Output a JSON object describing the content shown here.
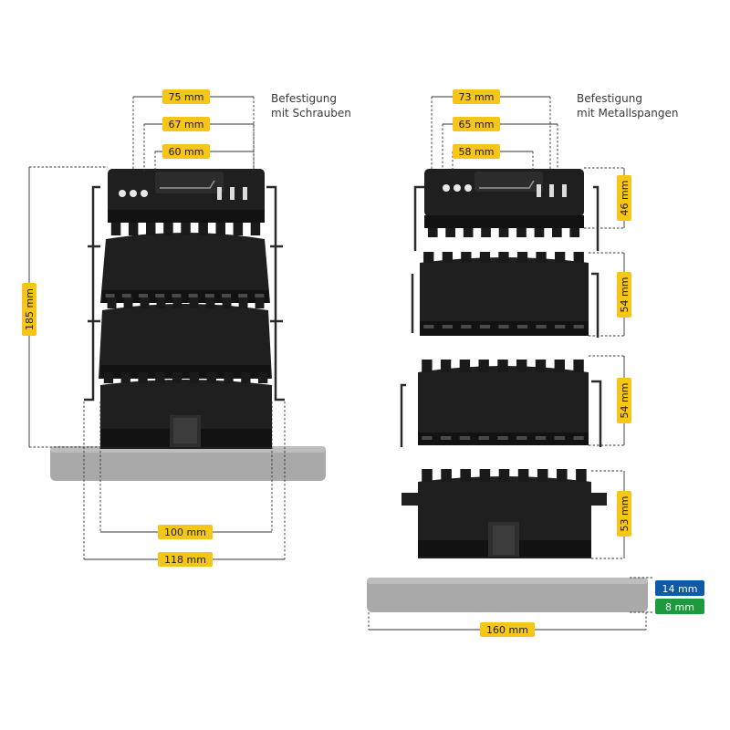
{
  "left": {
    "caption_line1": "Befestigung",
    "caption_line2": "mit Schrauben",
    "dims": {
      "w75": "75 mm",
      "w67": "67 mm",
      "w60": "60 mm",
      "h185": "185 mm",
      "w100": "100 mm",
      "w118": "118 mm"
    }
  },
  "right": {
    "caption_line1": "Befestigung",
    "caption_line2": "mit Metallspangen",
    "dims": {
      "w73": "73 mm",
      "w65": "65 mm",
      "w58": "58 mm",
      "h46": "46 mm",
      "h54a": "54 mm",
      "h54b": "54 mm",
      "h53": "53 mm",
      "w160": "160 mm",
      "t14": "14 mm",
      "t8": "8 mm"
    }
  },
  "colors": {
    "label_yellow": "#f5c518",
    "label_blue": "#0f5aa6",
    "label_green": "#1e9a3e",
    "part_black": "#1f1f1f",
    "rail_grey": "#a9a9a9"
  }
}
